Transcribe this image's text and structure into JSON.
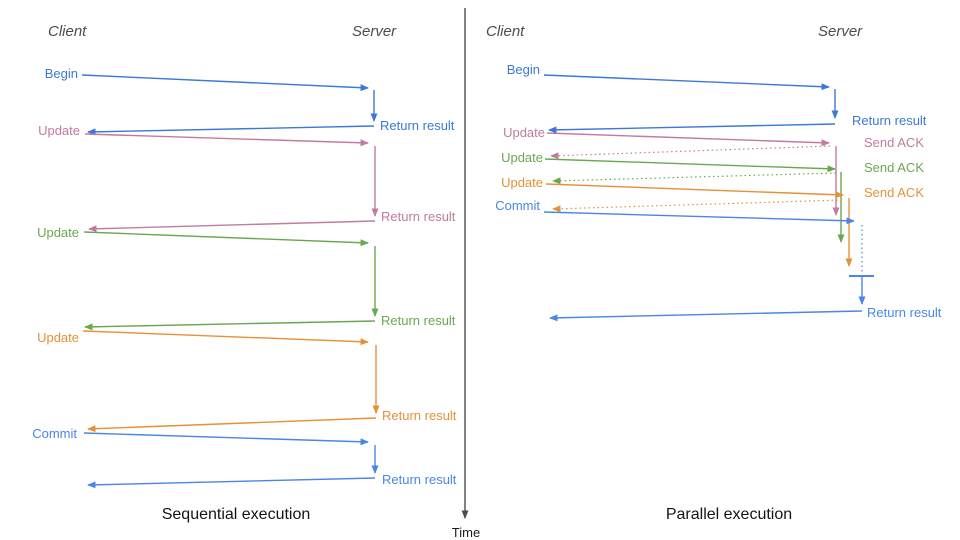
{
  "colors": {
    "blue": "#3c78d8",
    "blue_light": "#4a86e8",
    "pink": "#c27ba0",
    "green": "#6aa84f",
    "orange": "#e69138",
    "axis": "#4d4d4d",
    "title_text": "#141414"
  },
  "time_axis": {
    "label": "Time"
  },
  "left": {
    "client_header": "Client",
    "server_header": "Server",
    "title": "Sequential execution",
    "messages": [
      {
        "label": "Begin",
        "response": "Return result",
        "color": "#3c78d8"
      },
      {
        "label": "Update",
        "response": "Return result",
        "color": "#c27ba0"
      },
      {
        "label": "Update",
        "response": "Return result",
        "color": "#6aa84f"
      },
      {
        "label": "Update",
        "response": "Return result",
        "color": "#e69138"
      },
      {
        "label": "Commit",
        "response": "Return result",
        "color": "#4a86e8"
      }
    ]
  },
  "right": {
    "client_header": "Client",
    "server_header": "Server",
    "title": "Parallel execution",
    "messages": [
      {
        "label": "Begin",
        "response": "Return result",
        "color": "#3c78d8"
      },
      {
        "label": "Update",
        "response": "Send ACK",
        "color": "#c27ba0"
      },
      {
        "label": "Update",
        "response": "Send ACK",
        "color": "#6aa84f"
      },
      {
        "label": "Update",
        "response": "Send ACK",
        "color": "#e69138"
      },
      {
        "label": "Commit",
        "response": "Return result",
        "color": "#4a86e8"
      }
    ]
  }
}
